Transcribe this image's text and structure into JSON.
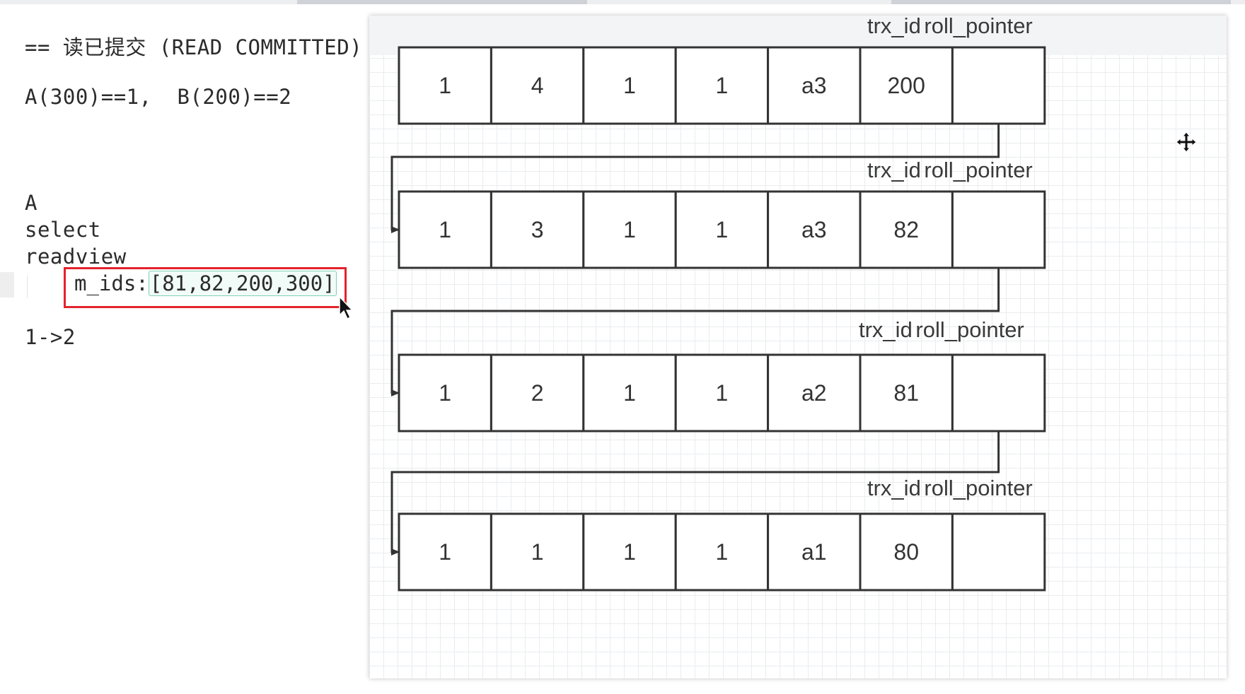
{
  "notes": {
    "title": "== 读已提交 (READ COMMITTED)",
    "values": "A(300)==1,  B(200)==2",
    "txn": "A",
    "stmt": "select",
    "readview": "readview",
    "mids_label": "m_ids:",
    "mids_value": "[81,82,200,300]",
    "change": "1->2"
  },
  "diagram": {
    "rows": [
      {
        "cells": [
          "1",
          "4",
          "1",
          "1",
          "a3",
          "200",
          ""
        ],
        "labels": [
          "trx_id",
          "roll_pointer"
        ]
      },
      {
        "cells": [
          "1",
          "3",
          "1",
          "1",
          "a3",
          "82",
          ""
        ],
        "labels": [
          "trx_id",
          "roll_pointer"
        ]
      },
      {
        "cells": [
          "1",
          "2",
          "1",
          "1",
          "a2",
          "81",
          ""
        ],
        "labels": [
          "trx_id",
          "roll_pointer"
        ]
      },
      {
        "cells": [
          "1",
          "1",
          "1",
          "1",
          "a1",
          "80",
          ""
        ],
        "labels": [
          "trx_id",
          "roll_pointer"
        ]
      }
    ]
  }
}
